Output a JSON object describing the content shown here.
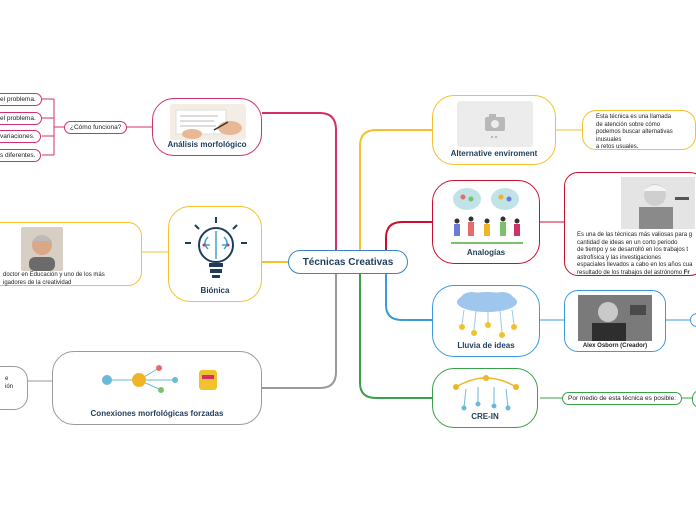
{
  "central": {
    "title": "Técnicas Creativas"
  },
  "colors": {
    "magenta": "#d1306b",
    "yellow": "#f2c12e",
    "gray": "#9a9a9a",
    "orange": "#f0b429",
    "crimson": "#c8102e",
    "blue": "#3b9ad9",
    "green": "#3aa04a"
  },
  "left": {
    "analisis": {
      "title": "Análisis morfológico",
      "question": "¿Cómo funciona?",
      "steps": [
        "el problema.",
        "el problema.",
        "variaciones.",
        "s diferentes."
      ]
    },
    "bionica": {
      "title": "Biónica",
      "bio_lines": [
        "doctor en Educación y uno de los más",
        "igadores de la creatividad"
      ]
    },
    "conexiones": {
      "title": "Conexiones morfológicas forzadas",
      "side_lines": [
        "e",
        "ión"
      ]
    }
  },
  "right": {
    "alternative": {
      "title": "Alternative enviroment",
      "desc_lines": [
        "Esta técnica es una llamada",
        "de atención sobre cómo",
        "podemos buscar alternativas",
        "inusuales",
        "a retos usuales."
      ]
    },
    "analogias": {
      "title": "Analogías",
      "desc_lines": [
        "Es una de las técnicas más valiosas para g",
        "cantidad de ideas en un corto periodo",
        "de tiempo y se desarrolló en los trabajos t",
        "astrofísica y las investigaciones",
        "espaciales llevados a cabo en los años cua",
        "resultado de los trabajos del astrónomo "
      ],
      "desc_bold": "Fr"
    },
    "lluvia": {
      "title": "Lluvia de ideas",
      "creator": "Alex Osborn (Creador)"
    },
    "crein": {
      "title": "CRE-IN",
      "note": "Por medio de esta técnica es posible:"
    }
  }
}
